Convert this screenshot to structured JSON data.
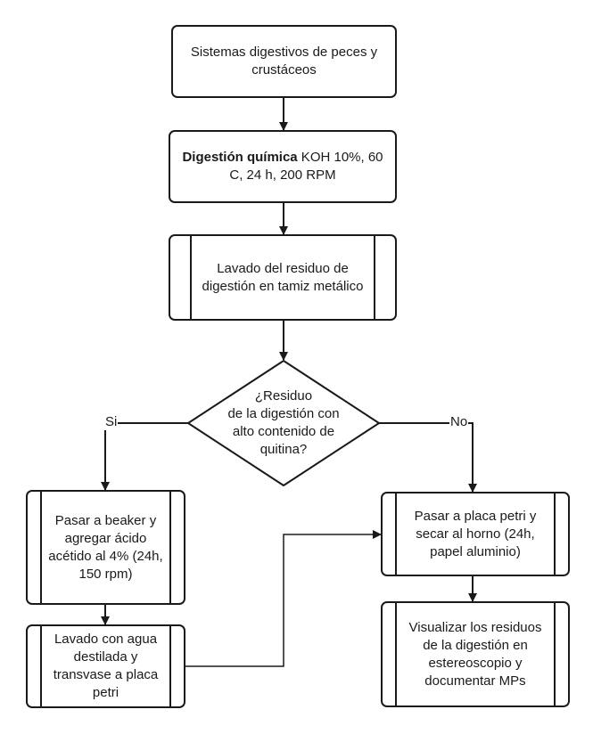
{
  "nodes": {
    "start": {
      "text": "Sistemas digestivos de peces  y crustáceos"
    },
    "digestion": {
      "bold": "Digestión química",
      "text": " KOH 10%, 60 C, 24 h, 200 RPM"
    },
    "wash": {
      "text": "Lavado del residuo de digestión en tamiz metálico"
    },
    "decision": {
      "line1": "¿Residuo",
      "line2": "de la digestión con",
      "line3": "alto contenido de",
      "line4": "quitina?"
    },
    "beaker": {
      "text": "Pasar a beaker y agregar ácido acétido al 4% (24h, 150 rpm)"
    },
    "wash2": {
      "text": "Lavado con agua destilada y transvase a placa petri"
    },
    "petri": {
      "text": "Pasar a placa petri y secar al horno (24h, papel aluminio)"
    },
    "visualize": {
      "text": "Visualizar los residuos de la digestión en estereoscopio y documentar MPs"
    }
  },
  "edges": {
    "yes_label": "Si",
    "no_label": "No"
  }
}
